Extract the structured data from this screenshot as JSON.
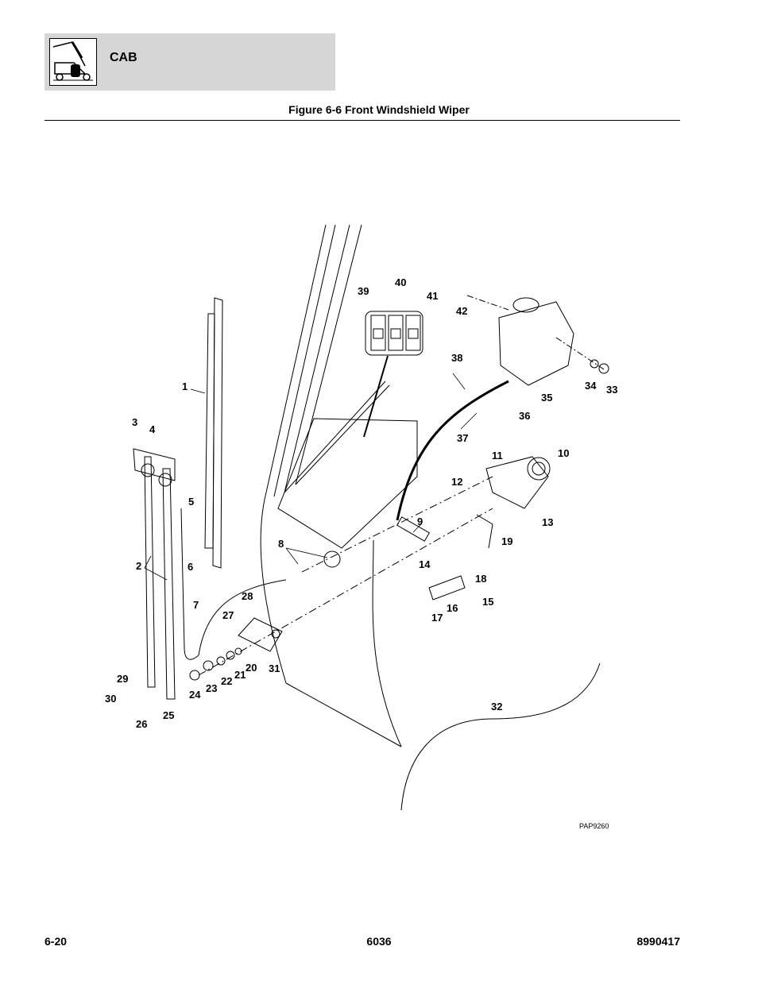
{
  "header": {
    "section_title": "CAB"
  },
  "figure_title": "Figure 6-6 Front Windshield Wiper",
  "callouts": [
    "1",
    "2",
    "3",
    "4",
    "5",
    "6",
    "7",
    "8",
    "9",
    "10",
    "11",
    "12",
    "13",
    "14",
    "15",
    "16",
    "17",
    "18",
    "19",
    "20",
    "21",
    "22",
    "23",
    "24",
    "25",
    "26",
    "27",
    "28",
    "29",
    "30",
    "31",
    "32",
    "33",
    "34",
    "35",
    "36",
    "37",
    "38",
    "39",
    "40",
    "41",
    "42"
  ],
  "image_ref": "PAP9260",
  "footer": {
    "page_number": "6-20",
    "model": "6036",
    "part_number": "8990417"
  }
}
